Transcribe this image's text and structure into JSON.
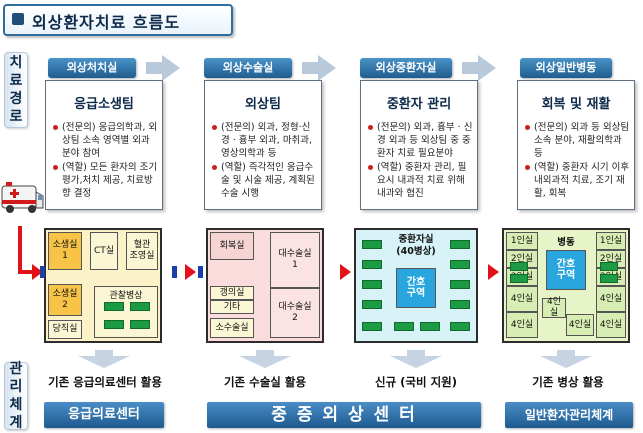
{
  "title": "외상환자치료 흐름도",
  "side_labels": {
    "top": [
      "치",
      "료",
      "경",
      "로"
    ],
    "bottom": [
      "관",
      "리",
      "체",
      "계"
    ]
  },
  "stages": [
    {
      "tab": "외상처치실",
      "team": "응급소생팀",
      "bullets": [
        "(전문의) 응급의학과, 외상팀 소속 영역별 외과분야 참여",
        "(역할) 모든 환자의 조기 평가,처치 제공, 치료방향 결정"
      ]
    },
    {
      "tab": "외상수술실",
      "team": "외상팀",
      "bullets": [
        "(전문의) 외과, 정형·신경 · 흉부 외과, 마취과, 영상의학과 등",
        "(역할) 즉각적인 응급수술 및 시술 제공, 계획된 수술 시행"
      ]
    },
    {
      "tab": "외상중환자실",
      "team": "중환자 관리",
      "bullets": [
        "(전문의) 외과, 흉부 · 신경 외과 등 외상팀 중 중환자 치료 필요분야",
        "(역할) 중환자 관리, 필요시 내과적 치료 위해 내과와 협진"
      ]
    },
    {
      "tab": "외상일반병동",
      "team": "회복 및 재활",
      "bullets": [
        "(전문의) 외과 등 외상팀 소속 분야, 재활의학과 등",
        "(역할) 중환자 시기 이후 내외과적 치료, 조기 재활, 회복"
      ]
    }
  ],
  "plans": {
    "er": {
      "rooms": [
        "소생실\n1",
        "CT실",
        "혈관\n조영실",
        "소생실\n2",
        "관찰병상",
        "당직실"
      ]
    },
    "or": {
      "rooms": [
        "회복실",
        "대수술실\n1",
        "갱의실",
        "기타",
        "소수술실",
        "대수술실\n2"
      ]
    },
    "icu": {
      "title": "중환자실\n(40병상)",
      "zone": "간호\n구역"
    },
    "ward": {
      "title": "병동",
      "zone": "간호\n구역",
      "rooms_left": [
        "1인실",
        "2인실",
        "2인실",
        "4인실",
        "4인실"
      ],
      "rooms_mid": [
        "4인실",
        "4인실"
      ],
      "rooms_right": [
        "1인실",
        "2인실",
        "2인실",
        "4인실",
        "4인실"
      ]
    }
  },
  "captions": [
    "기존 응급의료센터 활용",
    "기존 수술실 활용",
    "신규 (국비 지원)",
    "기존 병상 활용"
  ],
  "bottom_boxes": [
    "응급의료센터",
    "중 증 외 상 센 터",
    "일반환자관리체계"
  ],
  "colors": {
    "tab": "#1f5d8f",
    "red_arrow": "#e0131b",
    "bed": "#1c9a44",
    "nurse_zone": "#29a6de"
  }
}
